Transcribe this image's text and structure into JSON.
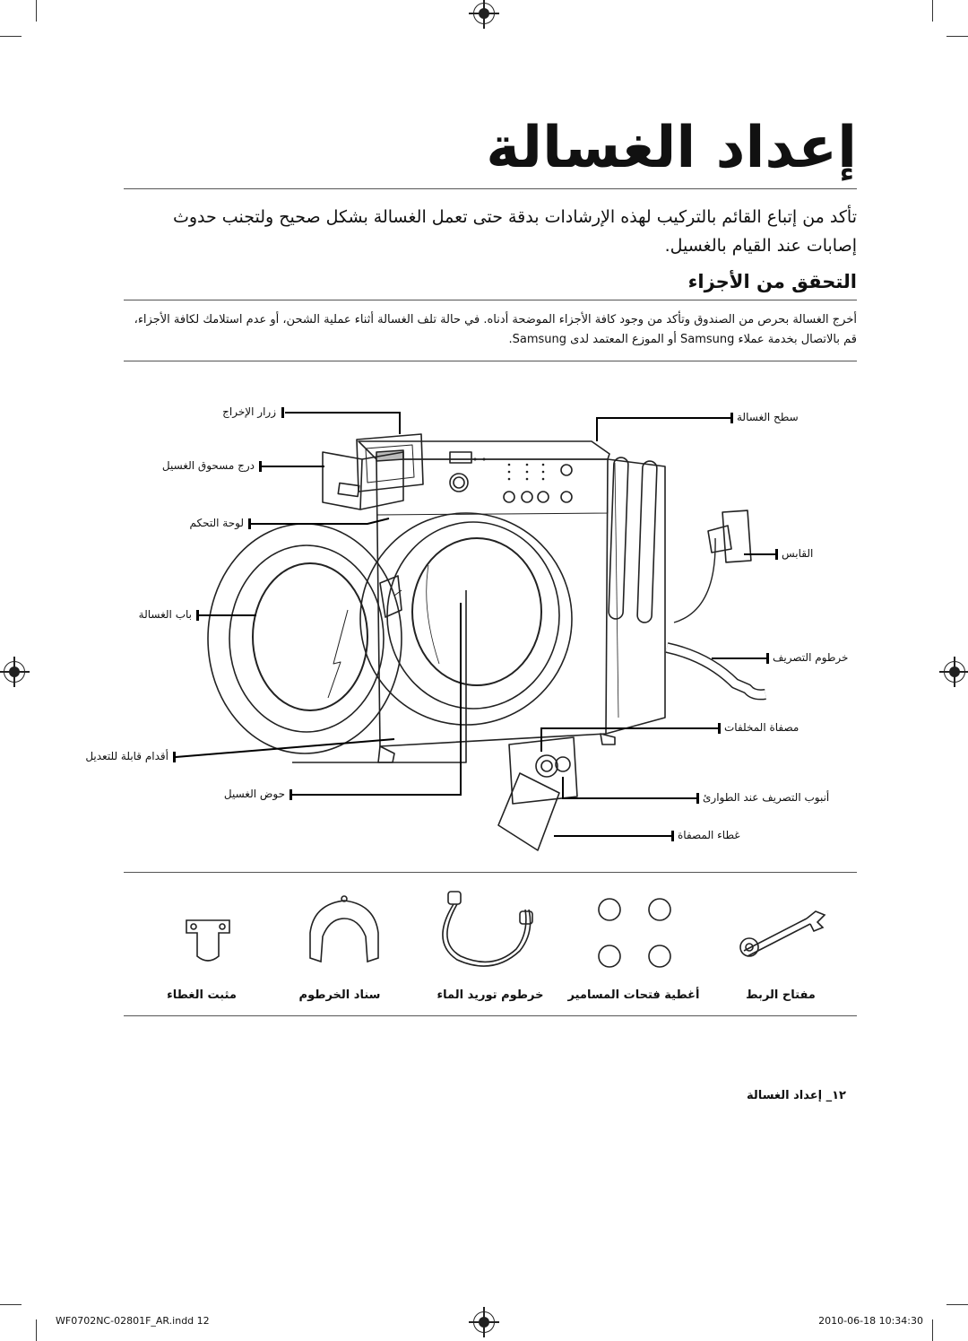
{
  "title": "إعداد الغسالة",
  "intro": "تأكد من إتباع القائم بالتركيب لهذه الإرشادات بدقة حتى تعمل الغسالة بشكل صحيح ولتجنب حدوث إصابات عند القيام بالغسيل.",
  "section_heading": "التحقق من الأجزاء",
  "section_note": "أخرج الغسالة بحرص من الصندوق وتأكد من وجود كافة الأجزاء الموضحة أدناه. في حالة تلف الغسالة أثناء عملية الشحن، أو عدم استلامك لكافة الأجزاء، قم بالاتصال بخدمة عملاء Samsung أو الموزع المعتمد لدى Samsung.",
  "parts": {
    "detergent_button": "زرار الإخراج",
    "detergent_drawer": "درج مسحوق الغسيل",
    "control_panel": "لوحة التحكم",
    "door": "باب الغسالة",
    "leveling_feet": "أقدام قابلة للتعديل",
    "tub": "حوض الغسيل",
    "top": "سطح الغسالة",
    "plug": "القابس",
    "drain_hose": "خرطوم التصريف",
    "filter": "مصفاة المخلفات",
    "emergency_drain": "أنبوب التصريف عند الطوارئ",
    "filter_cover": "غطاء المصفاة"
  },
  "accessories": [
    {
      "label": "مفتاح الربط",
      "icon": "wrench-icon"
    },
    {
      "label": "أغطية فتحات المسامير",
      "icon": "bolt-cap-icon"
    },
    {
      "label": "خرطوم توريد الماء",
      "icon": "water-hose-icon"
    },
    {
      "label": "سناد الخرطوم",
      "icon": "hose-guide-icon"
    },
    {
      "label": "مثبت الغطاء",
      "icon": "cover-holder-icon"
    }
  ],
  "footer": {
    "page": "١٢_ إعداد الغسالة",
    "file": "WF0702NC-02801F_AR.indd   12",
    "date": "2010-06-18   10:34:30"
  }
}
